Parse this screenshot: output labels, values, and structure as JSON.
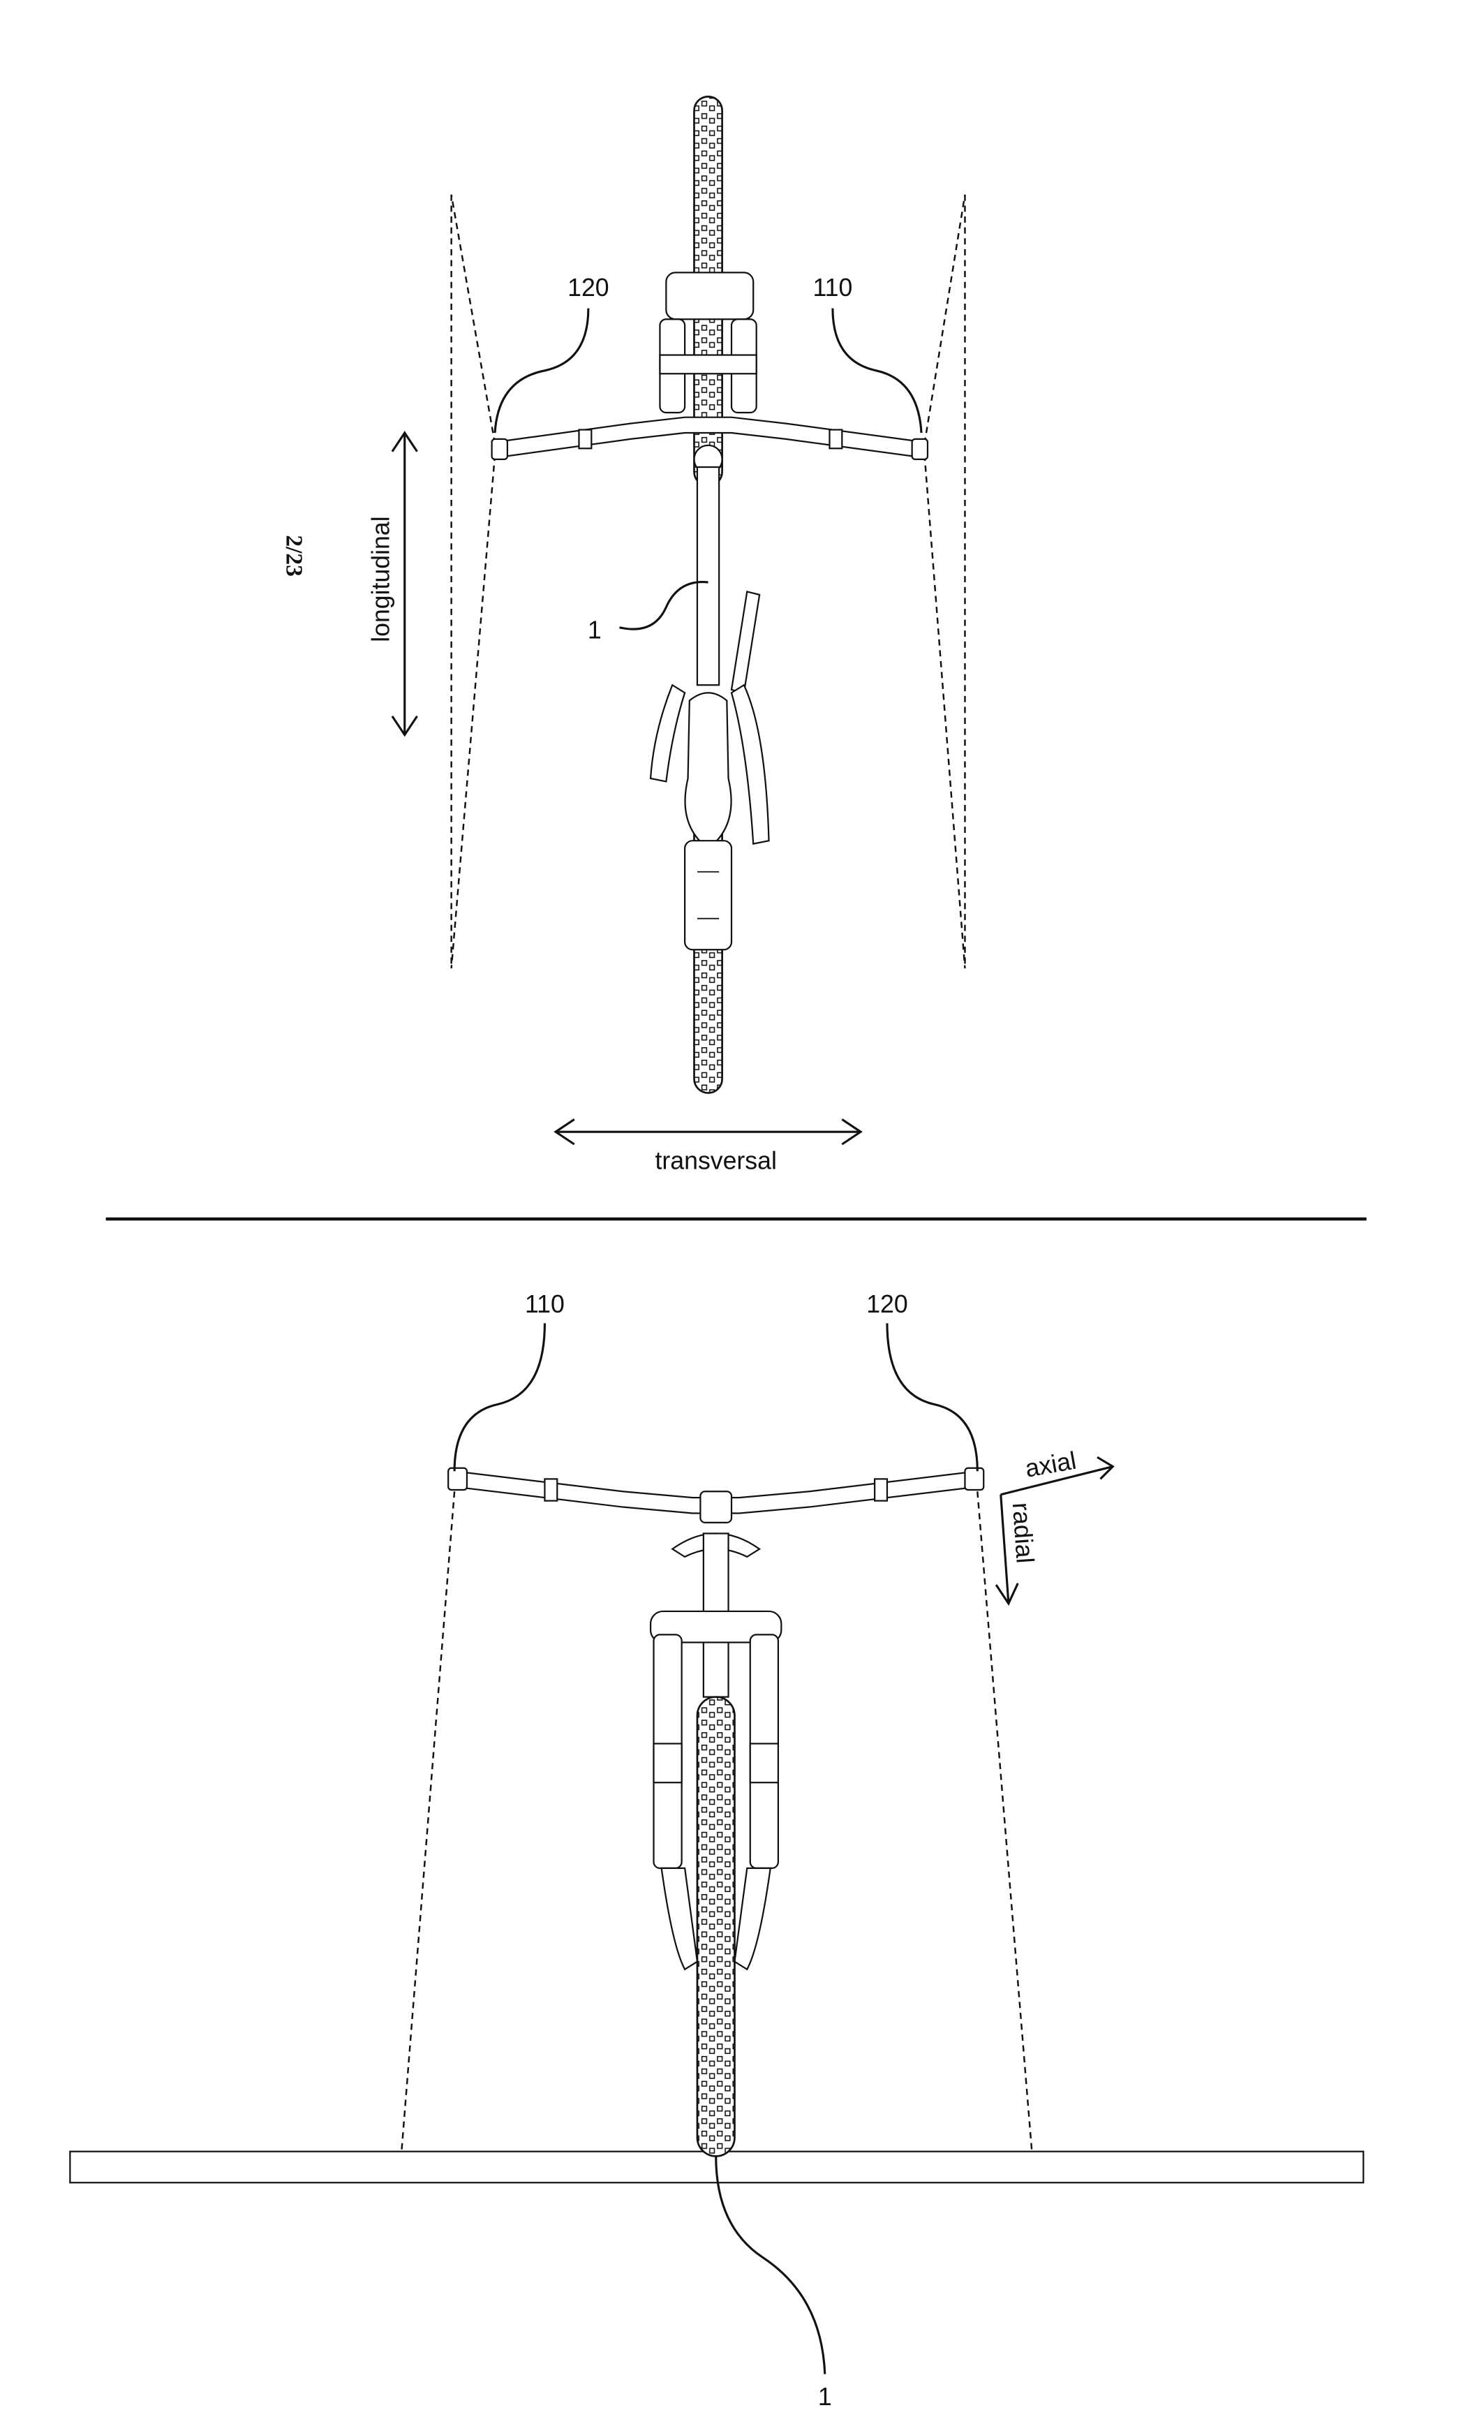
{
  "sheet_number": "2/23",
  "top_view": {
    "labels": {
      "left_grip": "120",
      "right_grip": "110",
      "bicycle": "1"
    },
    "directions": {
      "longitudinal": "longitudinal",
      "transversal": "transversal"
    }
  },
  "bottom_view": {
    "labels": {
      "left_grip": "110",
      "right_grip": "120",
      "bicycle": "1"
    },
    "directions": {
      "axial": "axial",
      "radial": "radial"
    }
  },
  "colors": {
    "ink": "#111111",
    "paper": "#ffffff"
  }
}
